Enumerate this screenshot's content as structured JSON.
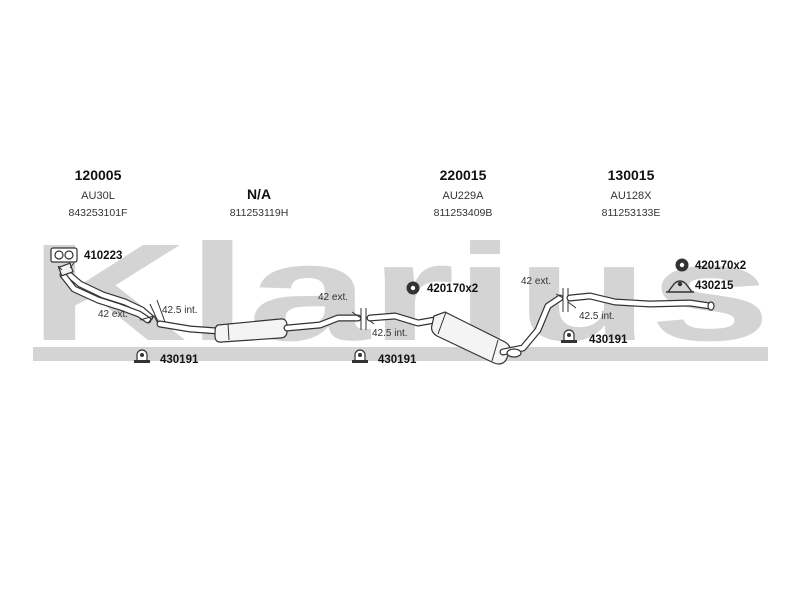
{
  "watermark": {
    "text": "Klarius"
  },
  "columns": [
    {
      "code": "120005",
      "model": "AU30L",
      "oe": "843253101F"
    },
    {
      "code": "N/A",
      "model": "",
      "oe": "811253119H"
    },
    {
      "code": "220015",
      "model": "AU229A",
      "oe": "811253409B"
    },
    {
      "code": "130015",
      "model": "AU128X",
      "oe": "811253133E"
    }
  ],
  "parts": {
    "gasket": "410223",
    "clamp1": "430191",
    "clamp2": "430191",
    "clamp3": "430191",
    "hanger1": "420170x2",
    "hanger2": "420170x2",
    "bracket": "430215"
  },
  "dimensions": {
    "ext_left": "42 ext.",
    "int_left": "42.5 int.",
    "ext_mid": "42 ext.",
    "int_mid": "42.5 int.",
    "ext_right": "42 ext.",
    "int_right": "42.5 int."
  },
  "icons": {
    "gasket": "flange-gasket-icon",
    "clamp": "pipe-clamp-icon",
    "hanger": "rubber-hanger-icon",
    "bracket": "mounting-bracket-icon"
  }
}
